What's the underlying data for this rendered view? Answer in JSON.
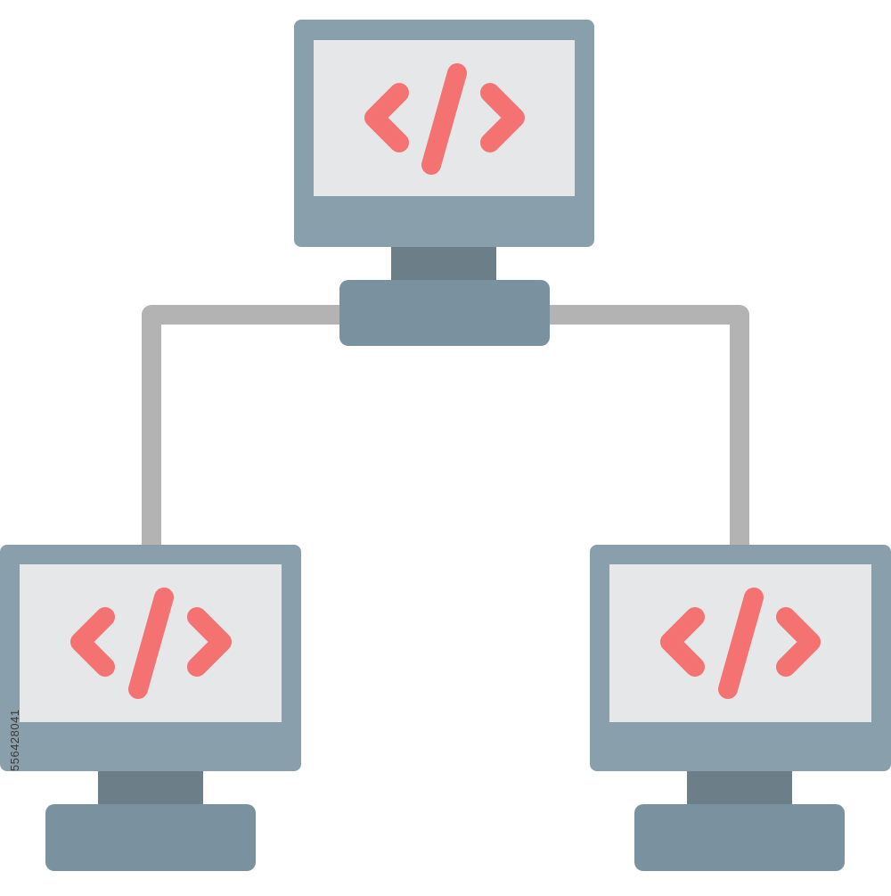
{
  "diagram": {
    "nodes": [
      {
        "id": "top",
        "icon": "code-icon",
        "role": "parent"
      },
      {
        "id": "bottom-left",
        "icon": "code-icon",
        "role": "child"
      },
      {
        "id": "bottom-right",
        "icon": "code-icon",
        "role": "child"
      }
    ],
    "edges": [
      {
        "from": "top",
        "to": "bottom-left"
      },
      {
        "from": "top",
        "to": "bottom-right"
      }
    ]
  },
  "colors": {
    "monitor_frame": "#8a9fac",
    "monitor_screen": "#e6e7e9",
    "monitor_neck": "#6c7f89",
    "monitor_base": "#7a92a0",
    "connector": "#b3b3b3",
    "code_symbol": "#f47272",
    "background": "#ffffff"
  },
  "watermark": {
    "stock_id": "556428041"
  }
}
